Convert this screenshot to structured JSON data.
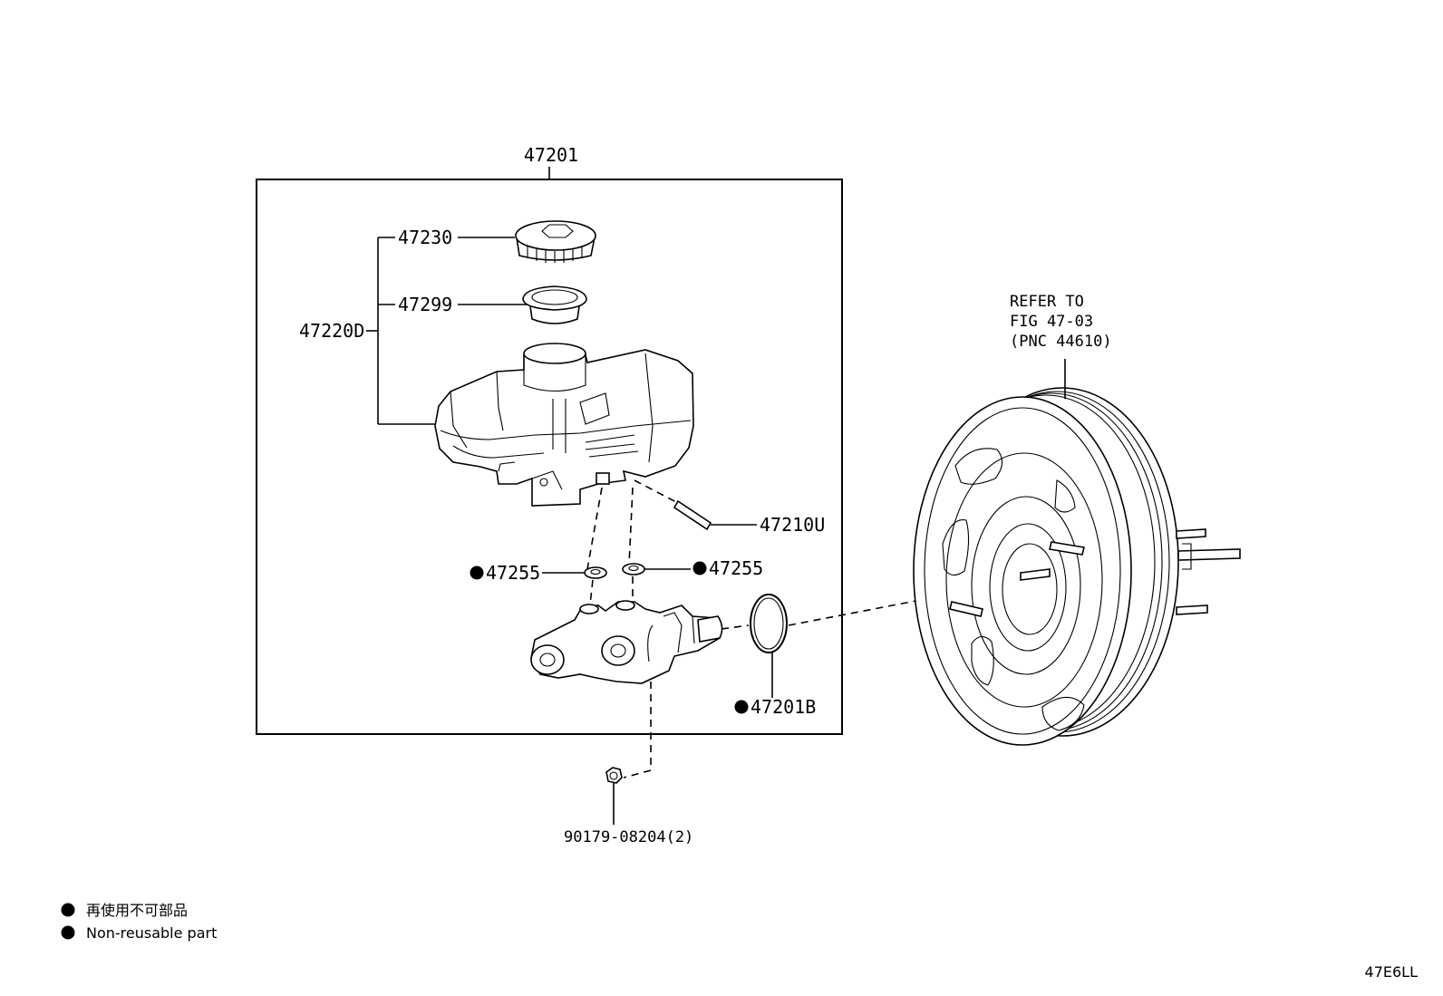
{
  "callouts": {
    "assembly": "47201",
    "cap": "47230",
    "strainer": "47299",
    "reservoir_sub": "47220D",
    "pin": "47210U",
    "grommet_left": "47255",
    "grommet_right": "47255",
    "oring": "47201B",
    "nut": "90179-08204(2)"
  },
  "refer": {
    "line1": "REFER TO",
    "line2": "FIG 47-03",
    "line3": "(PNC 44610)"
  },
  "legend": {
    "item1": "再使用不可部品",
    "item2": "Non-reusable part"
  },
  "diagram_code": "47E6LL",
  "icons": {
    "bullet": "filled-circle-icon"
  }
}
